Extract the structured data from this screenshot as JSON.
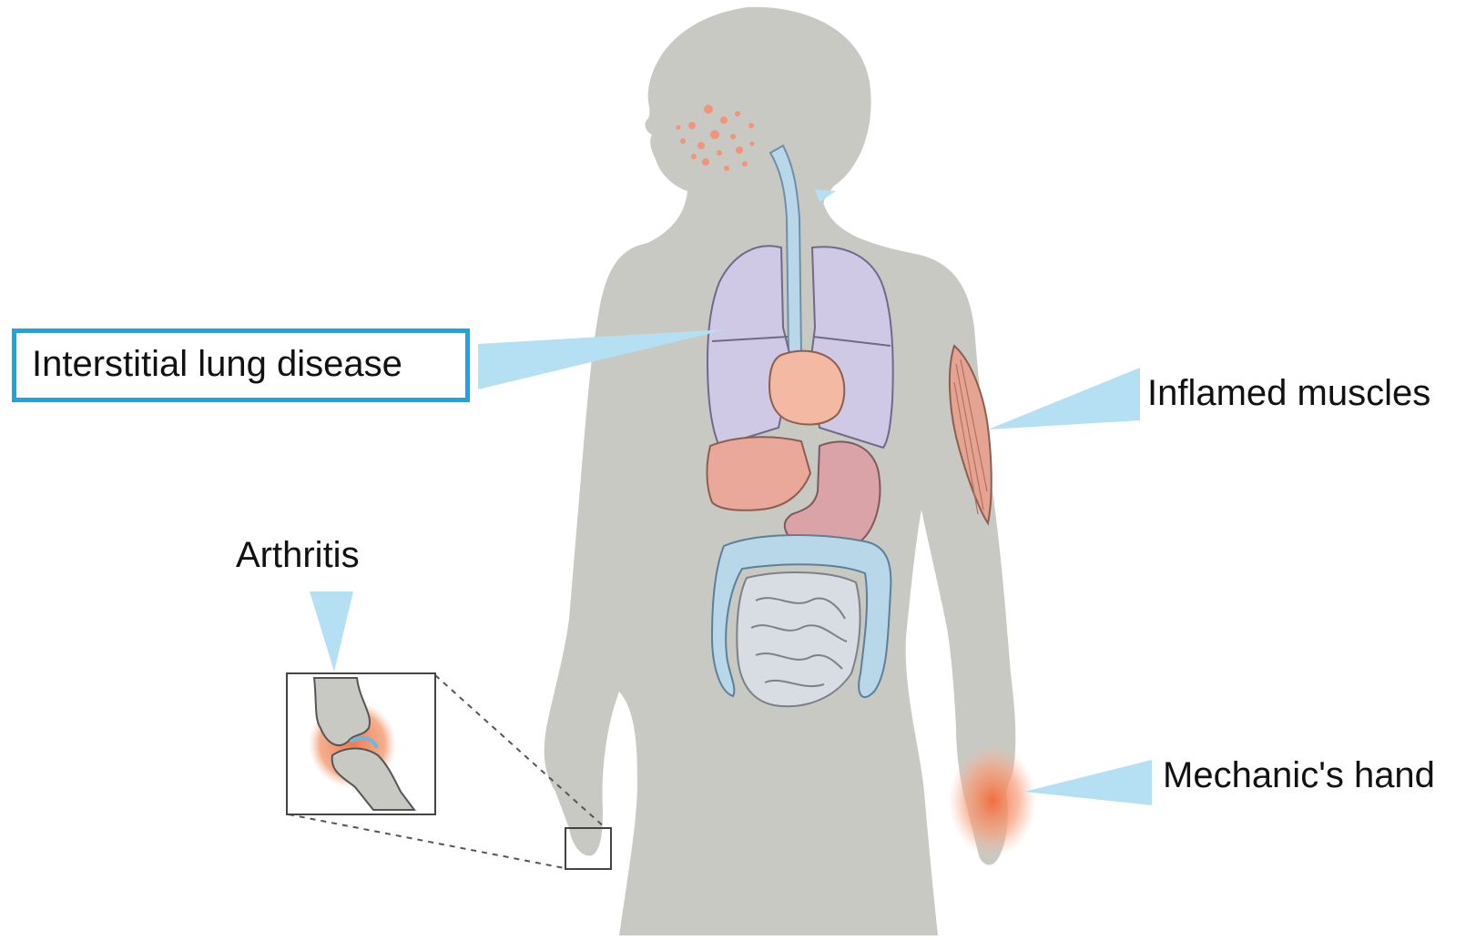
{
  "labels": {
    "interstitial_lung_disease": "Interstitial lung disease",
    "inflamed_muscles": "Inflamed muscles",
    "arthritis": "Arthritis",
    "mechanics_hand": "Mechanic's hand"
  },
  "colors": {
    "body": "#c9c9c4",
    "callout": "#b5dff3",
    "highlight_border": "#1aa7e0",
    "lungs": "#cfc9e6",
    "heart": "#f3b9a3",
    "liver": "#e9a899",
    "stomach": "#d9a3a8",
    "intestine": "#d8dde3",
    "colon": "#b8d7e9",
    "inflammation": "#f0824f"
  }
}
